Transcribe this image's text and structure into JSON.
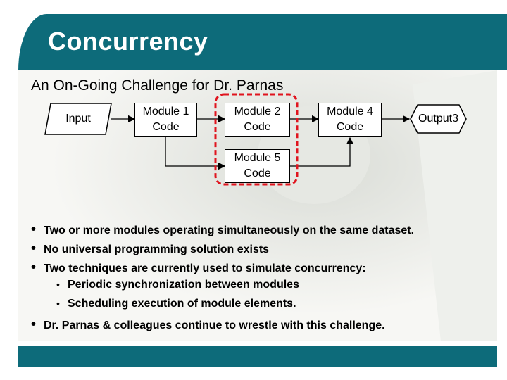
{
  "slide": {
    "title": "Concurrency",
    "subtitle": "An On-Going Challenge for Dr. Parnas"
  },
  "diagram": {
    "input": "Input",
    "module1": [
      "Module 1",
      "Code"
    ],
    "module2": [
      "Module 2",
      "Code"
    ],
    "module4": [
      "Module 4",
      "Code"
    ],
    "module5": [
      "Module 5",
      "Code"
    ],
    "output": "Output3"
  },
  "bullets": {
    "b1": "Two or more modules operating simultaneously on the same dataset.",
    "b2": "No universal programming solution exists",
    "b3": "Two techniques are currently used to simulate concurrency:",
    "s1_pre": "Periodic ",
    "s1_link": "synchronization",
    "s1_post": " between modules",
    "s2_link": "Scheduling",
    "s2_post": " execution of module elements.",
    "b4": "Dr. Parnas & colleagues continue to wrestle with this challenge."
  },
  "colors": {
    "header": "#0d6b7a",
    "highlight": "#e0141e"
  }
}
